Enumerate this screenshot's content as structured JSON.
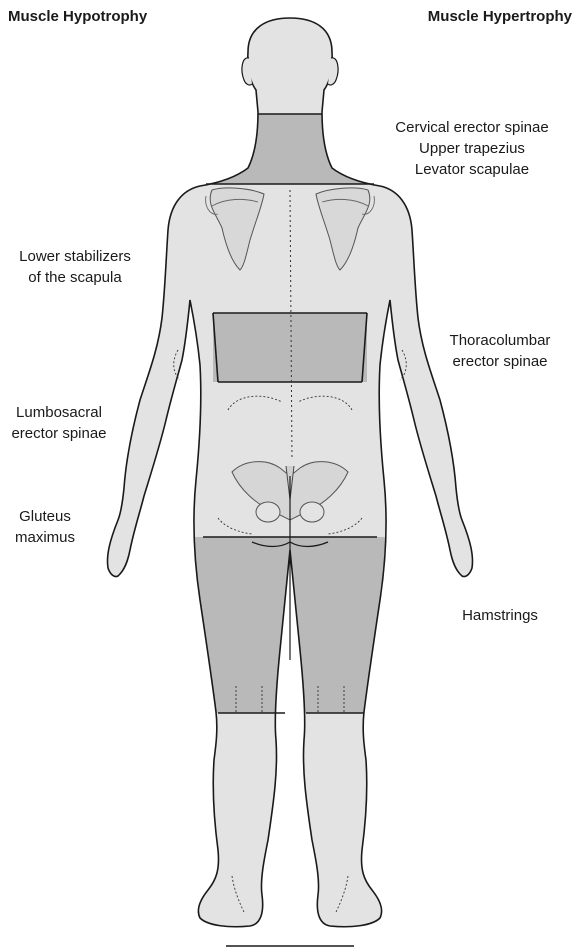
{
  "headings": {
    "left": "Muscle Hypotrophy",
    "right": "Muscle Hypertrophy"
  },
  "labels": {
    "cervical": [
      "Cervical erector spinae",
      "Upper trapezius",
      "Levator scapulae"
    ],
    "lower_stabilizers": [
      "Lower stabilizers",
      "of the scapula"
    ],
    "thoracolumbar": [
      "Thoracolumbar",
      "erector spinae"
    ],
    "lumbosacral": [
      "Lumbosacral",
      "erector spinae"
    ],
    "gluteus": [
      "Gluteus",
      "maximus"
    ],
    "hamstrings": [
      "Hamstrings"
    ]
  },
  "colors": {
    "body_fill": "#e3e3e3",
    "highlight_fill": "#b9b9b9",
    "outline": "#1a1a1a"
  }
}
